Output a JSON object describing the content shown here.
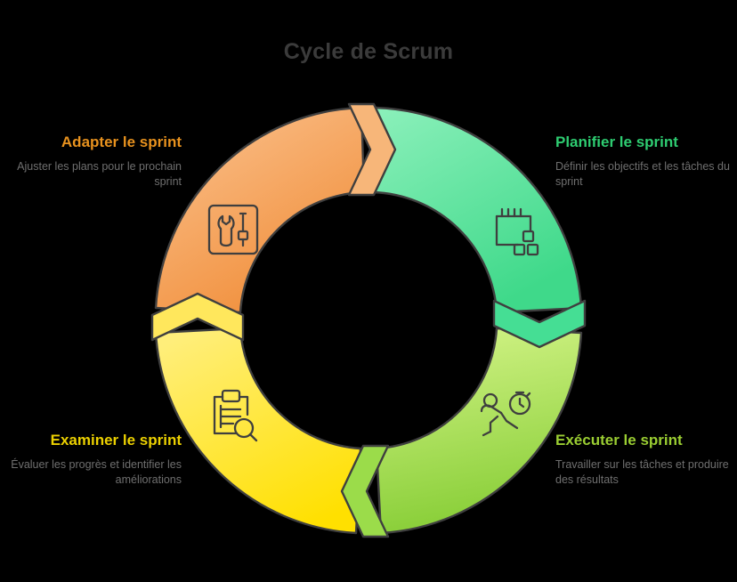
{
  "title": "Cycle de Scrum",
  "colors": {
    "background": "#000000",
    "title_text": "#3b3b3b",
    "description_text": "#6f6f6f",
    "outline": "#3f3f3f",
    "plan_green": "#6EE7A8",
    "plan_green_dark": "#3FD98A",
    "exec_lime": "#C3EE6E",
    "exec_lime_dark": "#8FD13F",
    "review_yellow": "#FFE94F",
    "review_yellow_dark": "#FFD600",
    "adapt_orange": "#F7B679",
    "adapt_orange_dark": "#F08A33"
  },
  "segments": [
    {
      "id": "plan",
      "title": "Planifier le sprint",
      "title_color": "#2ECC71",
      "description": "Définir les objectifs et les tâches du sprint",
      "icon": "notepad-tasks-icon",
      "position": "top-right"
    },
    {
      "id": "exec",
      "title": "Exécuter le sprint",
      "title_color": "#9ACD32",
      "description": "Travailler sur les tâches et produire des résultats",
      "icon": "runner-stopwatch-icon",
      "position": "bottom-right"
    },
    {
      "id": "review",
      "title": "Examiner le sprint",
      "title_color": "#EBD000",
      "description": "Évaluer les progrès et identifier les améliorations",
      "icon": "clipboard-magnifier-icon",
      "position": "bottom-left"
    },
    {
      "id": "adapt",
      "title": "Adapter le sprint",
      "title_color": "#E8921E",
      "description": "Ajuster les plans pour le prochain sprint",
      "icon": "wrench-screwdriver-icon",
      "position": "top-left"
    }
  ],
  "connectors": [
    {
      "id": "top",
      "points_to": "plan",
      "direction": "right"
    },
    {
      "id": "right",
      "points_to": "exec",
      "direction": "down"
    },
    {
      "id": "bottom",
      "points_to": "review",
      "direction": "left"
    },
    {
      "id": "left",
      "points_to": "adapt",
      "direction": "up"
    }
  ]
}
